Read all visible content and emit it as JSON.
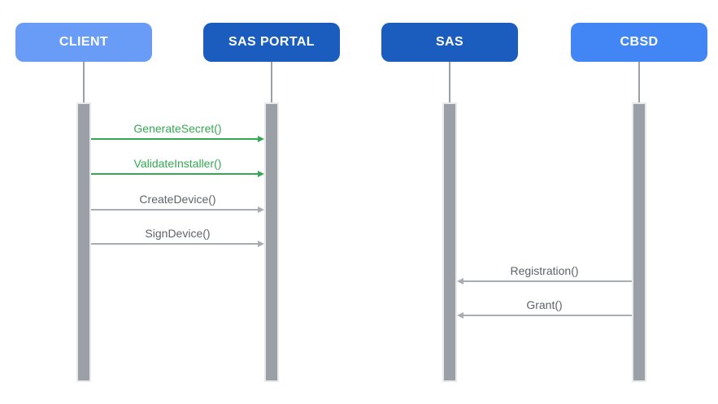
{
  "diagram": {
    "type": "sequence-diagram",
    "colors": {
      "actor_client": "#699CF6",
      "actor_sas_portal": "#1B5CBF",
      "actor_sas": "#1B5CBF",
      "actor_cbsd": "#4285F4",
      "green": "#34A853",
      "gray_text": "#5F6368",
      "gray_line": "#A8ADB2",
      "bar_fill": "#9AA0A6"
    },
    "actors": [
      {
        "label": "CLIENT",
        "color": "#699CF6"
      },
      {
        "label": "SAS PORTAL",
        "color": "#1B5CBF"
      },
      {
        "label": "SAS",
        "color": "#1B5CBF"
      },
      {
        "label": "CBSD",
        "color": "#4285F4"
      }
    ],
    "messages": [
      {
        "label": "GenerateSecret()",
        "from": "CLIENT",
        "to": "SAS PORTAL",
        "color": "#34A853",
        "direction": "right"
      },
      {
        "label": "ValidateInstaller()",
        "from": "CLIENT",
        "to": "SAS PORTAL",
        "color": "#34A853",
        "direction": "right"
      },
      {
        "label": "CreateDevice()",
        "from": "CLIENT",
        "to": "SAS PORTAL",
        "color": "#5F6368",
        "direction": "right"
      },
      {
        "label": "SignDevice()",
        "from": "CLIENT",
        "to": "SAS PORTAL",
        "color": "#5F6368",
        "direction": "right"
      },
      {
        "label": "Registration()",
        "from": "CBSD",
        "to": "SAS",
        "color": "#5F6368",
        "direction": "left"
      },
      {
        "label": "Grant()",
        "from": "CBSD",
        "to": "SAS",
        "color": "#5F6368",
        "direction": "left"
      }
    ]
  }
}
